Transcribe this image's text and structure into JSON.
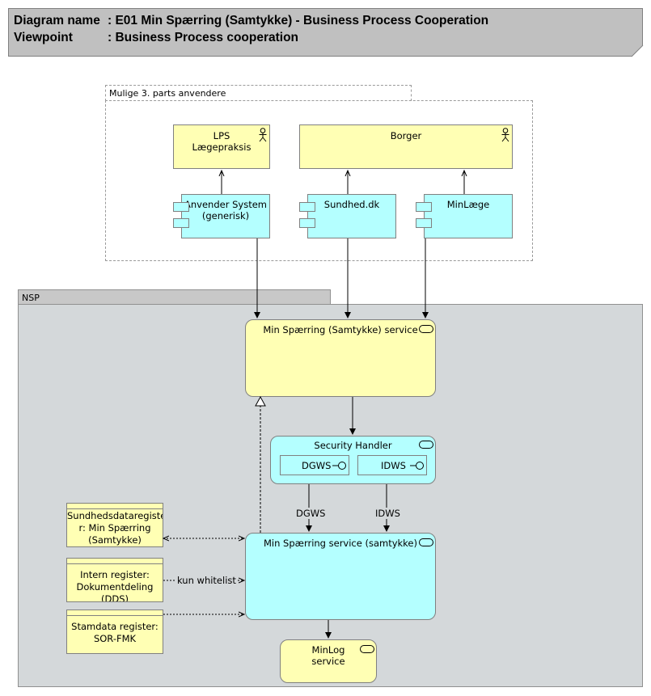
{
  "header": {
    "diagram_key": "Diagram name",
    "diagram_value": ": E01 Min Spærring (Samtykke) - Business Process Cooperation",
    "viewpoint_key": "Viewpoint",
    "viewpoint_value": ": Business Process cooperation"
  },
  "groups": {
    "third_party": "Mulige 3. parts anvendere",
    "nsp": "NSP"
  },
  "actors": {
    "lps_line1": "LPS",
    "lps_line2": "Lægepraksis",
    "borger": "Borger"
  },
  "components": {
    "anvender_line1": "Anvender System",
    "anvender_line2": "(generisk)",
    "sundhed": "Sundhed.dk",
    "minlaege": "MinLæge"
  },
  "services": {
    "min_spaerring_samtykke": "Min Spærring (Samtykke) service",
    "security_handler": "Security Handler",
    "min_spaerring_service": "Min Spærring service (samtykke)",
    "minlog_line1": "MinLog",
    "minlog_line2": "service"
  },
  "interfaces": {
    "dgws": "DGWS",
    "idws": "IDWS"
  },
  "flow_labels": {
    "dgws": "DGWS",
    "idws": "IDWS",
    "kun_whitelist": "kun whitelist"
  },
  "notes": {
    "sundhedsdata_line1": "Sundhedsdataregiste",
    "sundhedsdata_line2": "r: Min Spærring",
    "sundhedsdata_line3": "(Samtykke)",
    "intern_line1": "Intern register:",
    "intern_line2": "Dokumentdeling",
    "intern_line3": "(DDS)",
    "stamdata_line1": "Stamdata register:",
    "stamdata_line2": "SOR-FMK"
  },
  "colors": {
    "yellow": "#ffffb4",
    "cyan": "#b4ffff",
    "group_gray": "#d4d8da",
    "header_gray": "#c0c0c0"
  }
}
